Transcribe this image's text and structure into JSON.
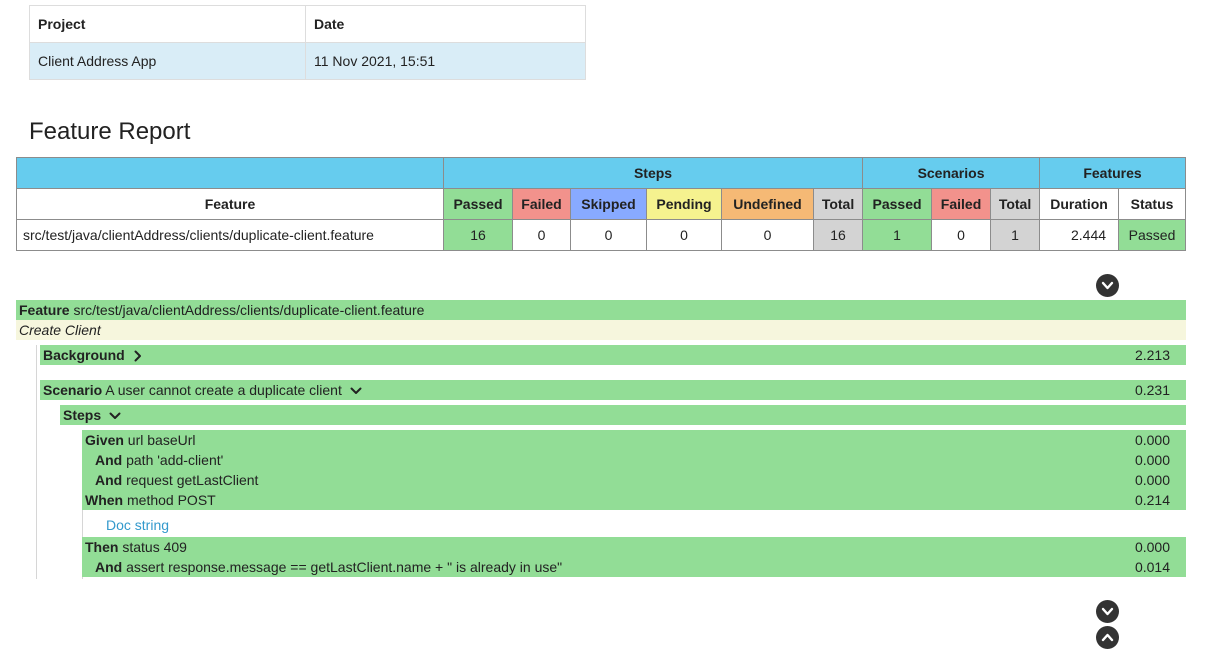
{
  "project_info": {
    "headers": [
      "Project",
      "Date"
    ],
    "values": [
      "Client Address App",
      "11 Nov 2021, 15:51"
    ]
  },
  "report_title": "Feature Report",
  "stats_table": {
    "group_headers": {
      "steps": "Steps",
      "scenarios": "Scenarios",
      "features": "Features"
    },
    "columns": {
      "feature": "Feature",
      "steps_passed": "Passed",
      "steps_failed": "Failed",
      "steps_skipped": "Skipped",
      "steps_pending": "Pending",
      "steps_undefined": "Undefined",
      "steps_total": "Total",
      "scen_passed": "Passed",
      "scen_failed": "Failed",
      "scen_total": "Total",
      "duration": "Duration",
      "status": "Status"
    },
    "row": {
      "feature": "src/test/java/clientAddress/clients/duplicate-client.feature",
      "steps_passed": "16",
      "steps_failed": "0",
      "steps_skipped": "0",
      "steps_pending": "0",
      "steps_undefined": "0",
      "steps_total": "16",
      "scen_passed": "1",
      "scen_failed": "0",
      "scen_total": "1",
      "duration": "2.444",
      "status": "Passed"
    }
  },
  "feature": {
    "keyword": "Feature",
    "name": "src/test/java/clientAddress/clients/duplicate-client.feature",
    "description": "Create Client",
    "background": {
      "keyword": "Background",
      "duration": "2.213"
    },
    "scenario": {
      "keyword": "Scenario",
      "name": "A user cannot create a duplicate client",
      "duration": "0.231",
      "steps_label": "Steps",
      "steps": [
        {
          "keyword": "Given",
          "text": "url baseUrl",
          "duration": "0.000"
        },
        {
          "keyword": "And",
          "text": "path 'add-client'",
          "duration": "0.000"
        },
        {
          "keyword": "And",
          "text": "request getLastClient",
          "duration": "0.000"
        },
        {
          "keyword": "When",
          "text": "method POST",
          "duration": "0.214"
        },
        {
          "keyword": "Then",
          "text": "status 409",
          "duration": "0.000"
        },
        {
          "keyword": "And",
          "text": "assert response.message == getLastClient.name + \" is already in use\"",
          "duration": "0.014"
        }
      ],
      "doc_string_label": "Doc string"
    }
  },
  "icons": {
    "expand_all": "chevron-down-circle-icon",
    "collapse_all": "chevron-up-circle-icon"
  },
  "colors": {
    "passed": "#92dd96",
    "failed": "#f2928c",
    "skipped": "#88aaff",
    "pending": "#f5f28f",
    "undefined": "#f5b975",
    "total": "#d3d3d3",
    "header": "#66ccee"
  }
}
